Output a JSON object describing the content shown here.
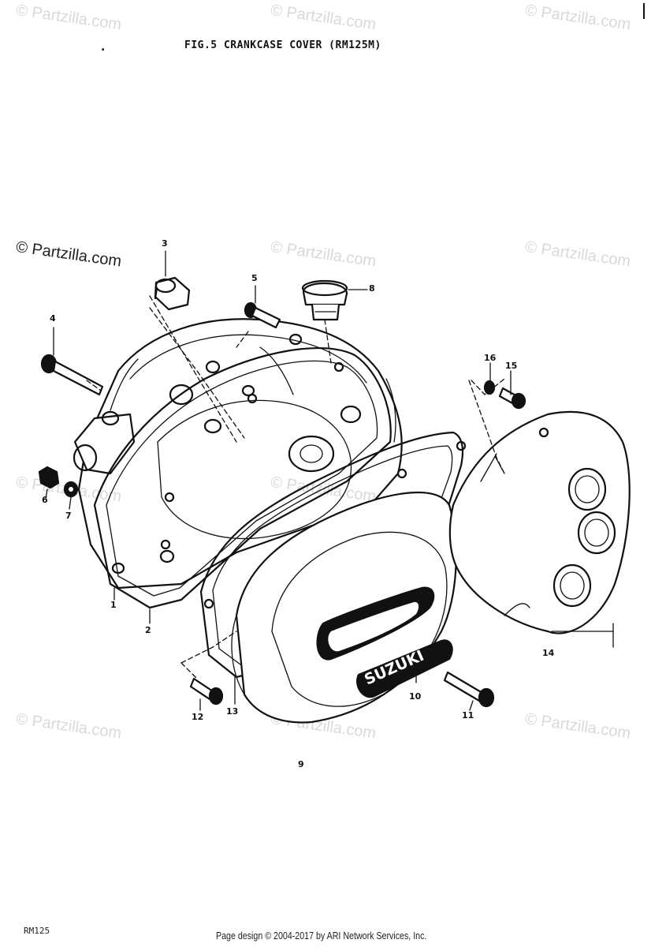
{
  "figure": {
    "title": "FIG.5  CRANKCASE COVER (RM125M)",
    "page_ref": "RM125"
  },
  "watermark": {
    "text": "© Partzilla.com"
  },
  "logo": {
    "cover_emblem": "SUZUKI"
  },
  "callouts": [
    "1",
    "2",
    "3",
    "4",
    "5",
    "6",
    "7",
    "8",
    "9",
    "10",
    "11",
    "12",
    "13",
    "14",
    "15",
    "16"
  ],
  "footer": {
    "text": "Page design © 2004-2017 by ARI Network Services, Inc."
  }
}
